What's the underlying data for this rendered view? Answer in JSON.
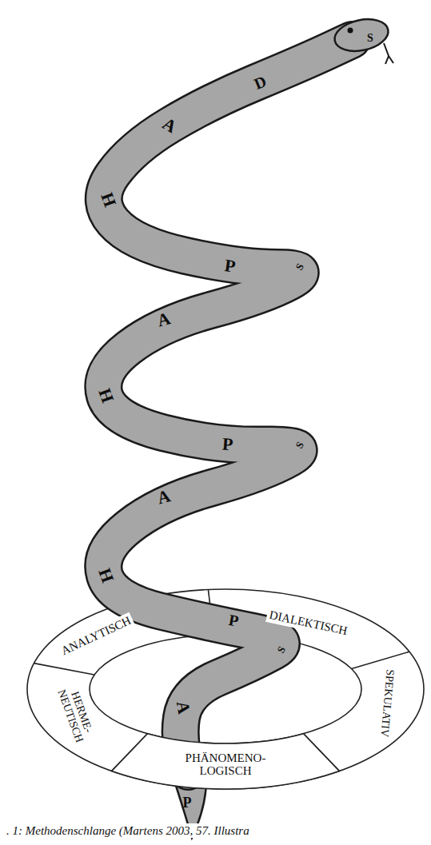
{
  "diagram": {
    "caption": ". 1: Methodenschlange (Martens 2003, 57. Illustra",
    "nodes": [
      {
        "text": [
          "ANALYTISCH"
        ]
      },
      {
        "text": [
          "DIALEKTISCH"
        ]
      },
      {
        "text": [
          "HERME- NEUTISCH"
        ]
      },
      {
        "text": [
          "SPEKULATIV"
        ]
      },
      {
        "text": [
          "PHÄNOMENO- LOGISCH"
        ]
      }
    ],
    "labels": [
      "S",
      "D",
      "A",
      "H",
      "P",
      "S",
      "A",
      "H",
      "P",
      "S",
      "A",
      "H",
      "P",
      "S",
      "A",
      "P"
    ]
  }
}
